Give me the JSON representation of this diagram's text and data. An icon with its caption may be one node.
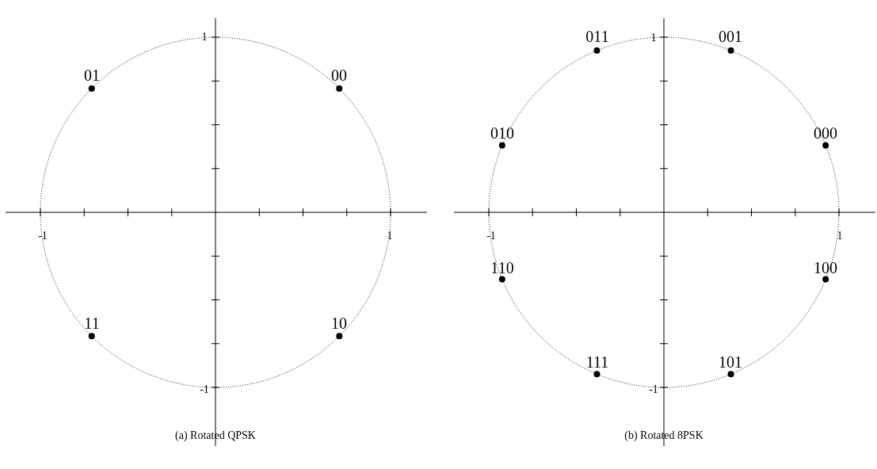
{
  "diagram": {
    "labels": [
      "1",
      "01",
      "00",
      "-1",
      "1",
      "11",
      "10",
      "-1",
      "(a) Rotated QPSK",
      "011",
      "1",
      "001",
      "010",
      "000",
      "-1",
      "1",
      "110",
      "100",
      "111",
      "101",
      "-1",
      "(b) Rotated 8PSK"
    ]
  }
}
